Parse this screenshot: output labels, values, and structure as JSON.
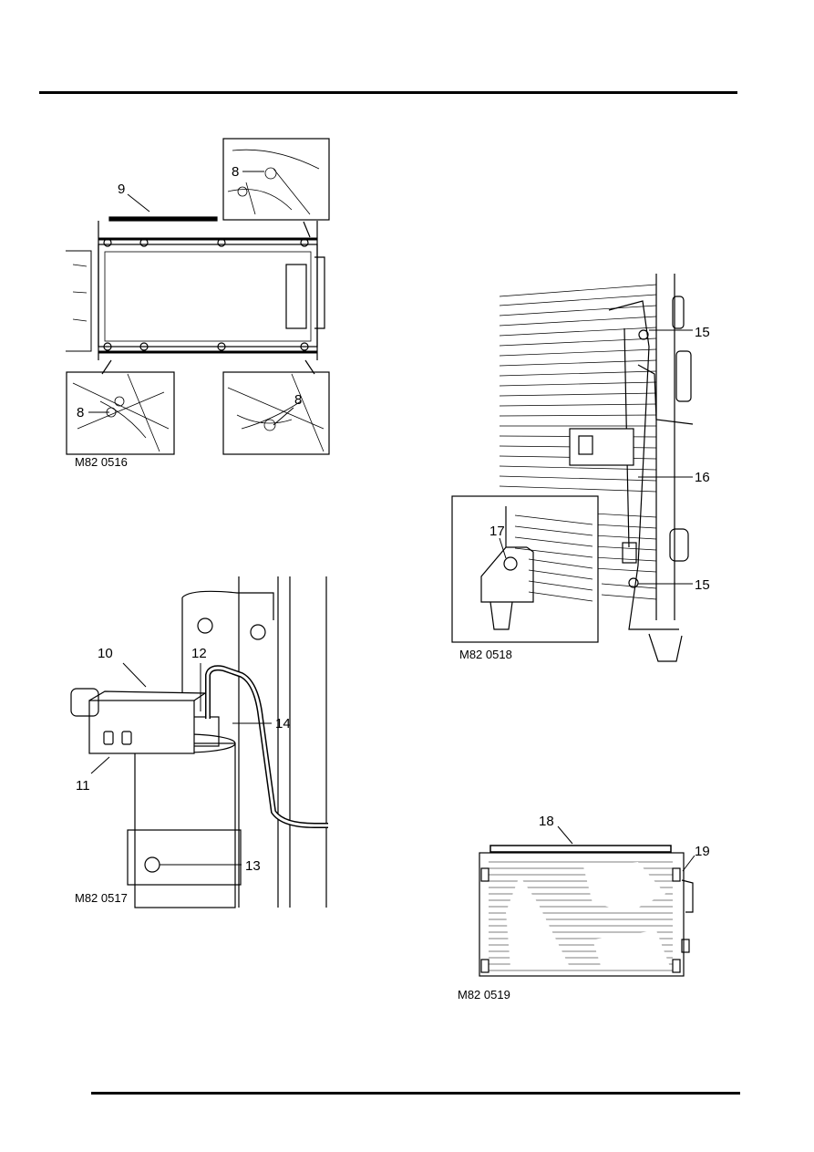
{
  "figures": [
    {
      "id": "M82 0516",
      "callouts": {
        "c9": "9",
        "c8a": "8",
        "c8b": "8",
        "c8c": "8"
      }
    },
    {
      "id": "M82 0517",
      "callouts": {
        "c10": "10",
        "c11": "11",
        "c12": "12",
        "c13": "13",
        "c14": "14"
      }
    },
    {
      "id": "M82 0518",
      "callouts": {
        "c15a": "15",
        "c15b": "15",
        "c16": "16",
        "c17": "17"
      }
    },
    {
      "id": "M82 0519",
      "callouts": {
        "c18": "18",
        "c19": "19"
      }
    }
  ]
}
